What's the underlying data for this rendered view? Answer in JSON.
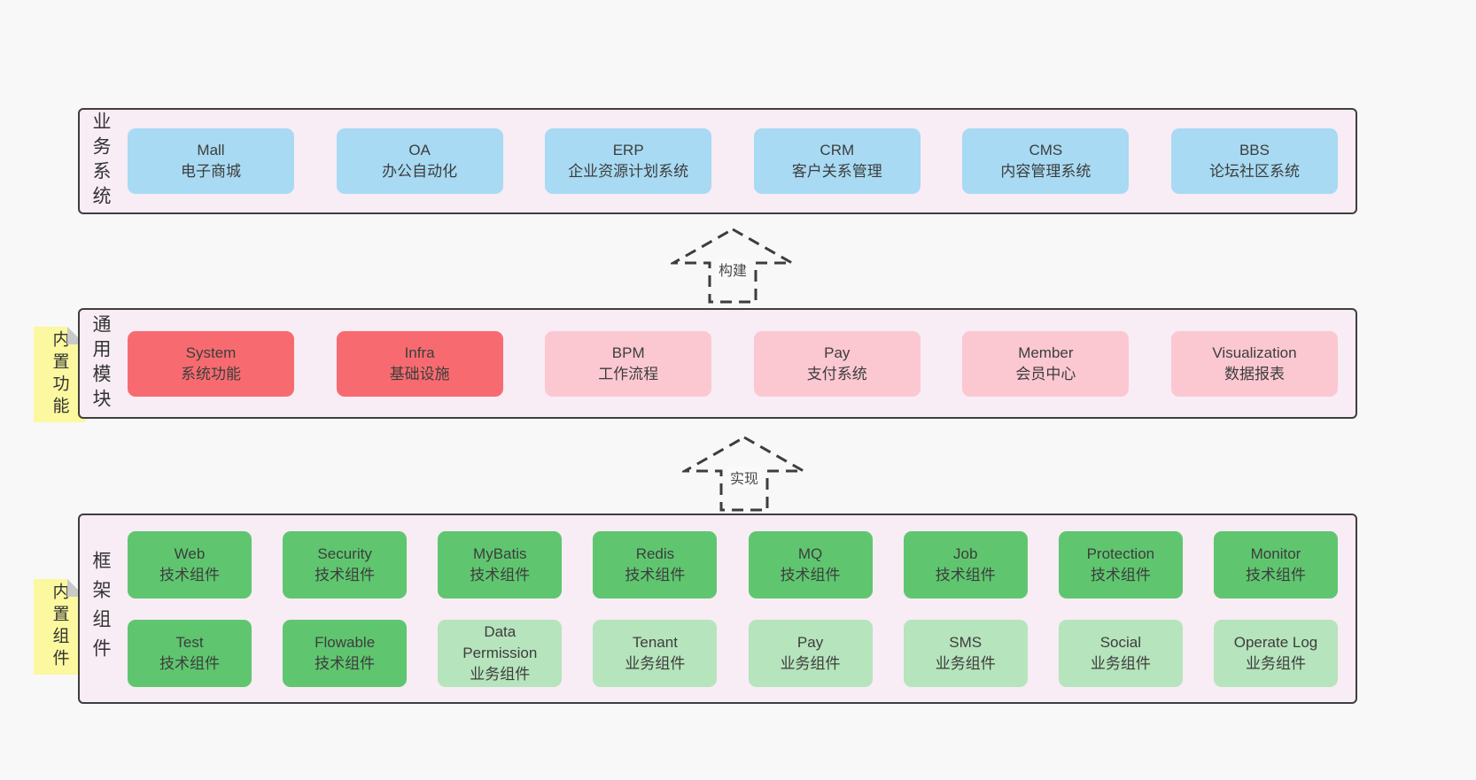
{
  "colors": {
    "page_bg": "#f8f8f8",
    "panel_bg": "#f8ecf5",
    "panel_border": "#3f3f3f",
    "box_blue": "#a8daf3",
    "box_red": "#f76b70",
    "box_pink": "#fbc8d2",
    "box_green": "#5fc66f",
    "box_green_light": "#b6e4bc",
    "note_yellow": "#fbf89f",
    "note_fold_gray": "#c9c9c9",
    "text": "#3d3d3d"
  },
  "layers": {
    "business": {
      "label": "业务系统",
      "boxes": [
        {
          "title": "Mall",
          "subtitle": "电子商城"
        },
        {
          "title": "OA",
          "subtitle": "办公自动化"
        },
        {
          "title": "ERP",
          "subtitle": "企业资源计划系统"
        },
        {
          "title": "CRM",
          "subtitle": "客户关系管理"
        },
        {
          "title": "CMS",
          "subtitle": "内容管理系统"
        },
        {
          "title": "BBS",
          "subtitle": "论坛社区系统"
        }
      ]
    },
    "modules": {
      "label": "通用模块",
      "note": "内置功能",
      "boxes": [
        {
          "title": "System",
          "subtitle": "系统功能"
        },
        {
          "title": "Infra",
          "subtitle": "基础设施"
        },
        {
          "title": "BPM",
          "subtitle": "工作流程"
        },
        {
          "title": "Pay",
          "subtitle": "支付系统"
        },
        {
          "title": "Member",
          "subtitle": "会员中心"
        },
        {
          "title": "Visualization",
          "subtitle": "数据报表"
        }
      ]
    },
    "framework": {
      "label": "框架组件",
      "note": "内置组件",
      "row1": [
        {
          "title": "Web",
          "subtitle": "技术组件"
        },
        {
          "title": "Security",
          "subtitle": "技术组件"
        },
        {
          "title": "MyBatis",
          "subtitle": "技术组件"
        },
        {
          "title": "Redis",
          "subtitle": "技术组件"
        },
        {
          "title": "MQ",
          "subtitle": "技术组件"
        },
        {
          "title": "Job",
          "subtitle": "技术组件"
        },
        {
          "title": "Protection",
          "subtitle": "技术组件"
        },
        {
          "title": "Monitor",
          "subtitle": "技术组件"
        }
      ],
      "row2": [
        {
          "title": "Test",
          "subtitle": "技术组件"
        },
        {
          "title": "Flowable",
          "subtitle": "技术组件"
        },
        {
          "title": "Data Permission",
          "subtitle": "业务组件"
        },
        {
          "title": "Tenant",
          "subtitle": "业务组件"
        },
        {
          "title": "Pay",
          "subtitle": "业务组件"
        },
        {
          "title": "SMS",
          "subtitle": "业务组件"
        },
        {
          "title": "Social",
          "subtitle": "业务组件"
        },
        {
          "title": "Operate Log",
          "subtitle": "业务组件"
        }
      ]
    }
  },
  "arrows": {
    "build": "构建",
    "implement": "实现"
  }
}
